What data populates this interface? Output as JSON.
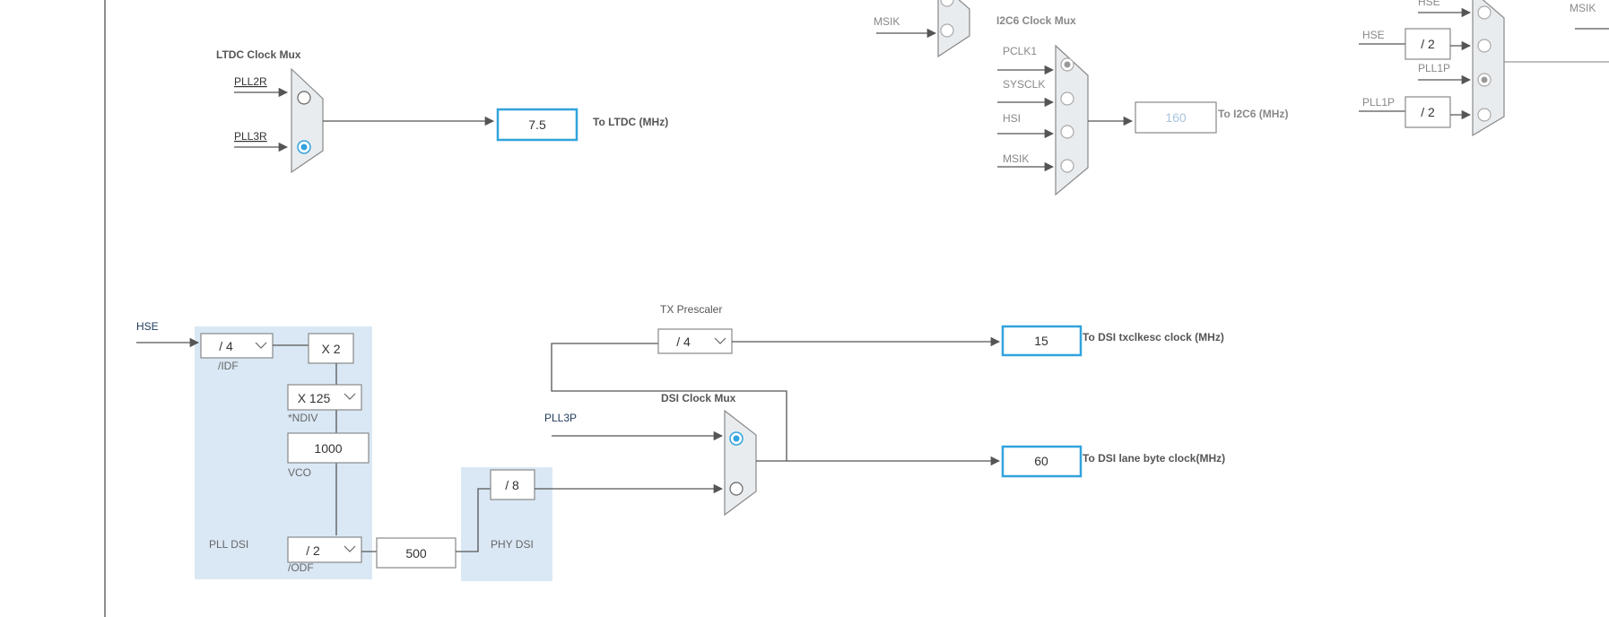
{
  "ltdc": {
    "title": "LTDC Clock Mux",
    "inputs": [
      "PLL2R",
      "PLL3R"
    ],
    "selected": "PLL3R",
    "value": "7.5",
    "output_label": "To LTDC (MHz)"
  },
  "top_mux_partial": {
    "inputs": [
      "MSIK"
    ]
  },
  "i2c6": {
    "title": "I2C6 Clock Mux",
    "inputs": [
      "PCLK1",
      "SYSCLK",
      "HSI",
      "MSIK"
    ],
    "selected": "PCLK1",
    "value": "160",
    "output_label": "To I2C6 (MHz)"
  },
  "right_mux": {
    "inputs": [
      "HSE",
      "HSE",
      "PLL1P",
      "PLL1P"
    ],
    "dividers": [
      "/ 2",
      "/ 2"
    ],
    "selected": "PLL1P",
    "extra_label": "MSIK"
  },
  "pll_dsi": {
    "source": "HSE",
    "idf": {
      "value": "/ 4",
      "label": "/IDF"
    },
    "mult": "X 2",
    "ndiv": {
      "value": "X 125",
      "label": "*NDIV"
    },
    "vco": {
      "value": "1000",
      "label": "VCO"
    },
    "odf": {
      "value": "/ 2",
      "label": "/ODF"
    },
    "block_label": "PLL DSI",
    "output": "500"
  },
  "phy_dsi": {
    "divider": "/ 8",
    "label": "PHY DSI"
  },
  "tx_prescaler": {
    "label": "TX Prescaler",
    "value": "/ 4"
  },
  "dsi_mux": {
    "title": "DSI Clock Mux",
    "inputs": [
      "PLL3P",
      "PHY DSI"
    ],
    "selected": "PLL3P"
  },
  "outputs": {
    "txclkesc": {
      "value": "15",
      "label": "To DSI txclkesc clock (MHz)"
    },
    "lanebyte": {
      "value": "60",
      "label": "To DSI lane byte clock(MHz)"
    }
  },
  "colors": {
    "accent": "#31a3dd",
    "block_bg": "#dae8f5",
    "mux_fill": "#e9ecef"
  }
}
